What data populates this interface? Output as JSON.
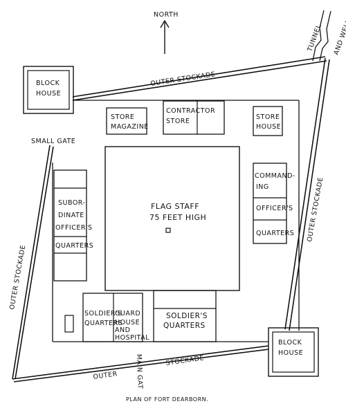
{
  "map": {
    "caption": "PLAN OF FORT DEARBORN.",
    "north": "NORTH",
    "tunnel": "TUNNEL",
    "and_well": "AND WELL",
    "outer_stockade_top": "OUTER STOCKADE",
    "outer_stockade_left": "OUTER STOCKADE",
    "outer_stockade_right": "OUTER STOCKADE",
    "outer_bottom": "OUTER",
    "stockade_bottom": "STOCKADE",
    "small_gate": "SMALL GATE",
    "main_gate": "MAIN GAT",
    "block_house_nw": [
      "BLOCK",
      "HOUSE"
    ],
    "block_house_se": [
      "BLOCK",
      "HOUSE"
    ],
    "store_magazine": [
      "STORE",
      "MAGAZINE"
    ],
    "contractor_store": [
      "CONTRACTOR",
      "STORE"
    ],
    "store_house": [
      "STORE",
      "HOUSE"
    ],
    "officers_quarters": [
      "SUBOR-",
      "DINATE",
      "OFFICER'S",
      "QUARTERS"
    ],
    "commanding_officers": [
      "COMMAND-",
      "ING",
      "OFFICER'S",
      "QUARTERS"
    ],
    "flag_staff": [
      "FLAG STAFF",
      "75 FEET HIGH"
    ],
    "soldiers_quarters_left": [
      "SOLDIER'S",
      "QUARTERS"
    ],
    "guard_house": [
      "GUARD",
      "HOUSE",
      "AND",
      "HOSPITAL"
    ],
    "soldiers_quarters_right": [
      "SOLDIER'S",
      "QUARTERS"
    ]
  }
}
